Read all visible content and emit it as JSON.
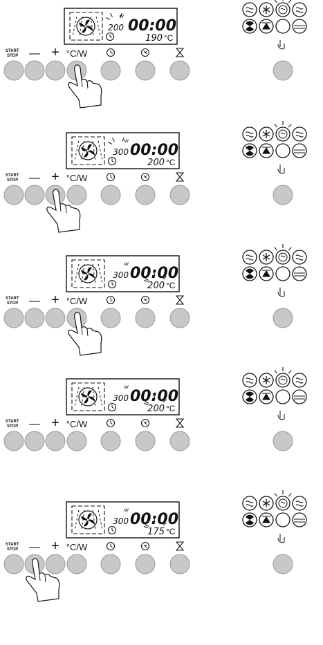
{
  "button_labels": {
    "start_stop": [
      "START",
      "STOP"
    ],
    "minus": "—",
    "plus": "+",
    "temp_watt": "°C/W",
    "clock_icon": "clock-icon",
    "timer_icon": "timer-icon",
    "hourglass_icon": "hourglass-icon"
  },
  "mode_icons": [
    "fan-grill-icon",
    "defrost-icon",
    "hot-air-icon",
    "fan-grill-icon",
    "fan-heat-icon",
    "turbo-icon",
    "top-heat-icon",
    "bottom-heat-icon"
  ],
  "colors": {
    "button": "#c8c8c8",
    "button_stroke": "#9a9a9a",
    "line": "#111111"
  },
  "steps": [
    {
      "power": "200",
      "power_blinking": true,
      "w_marker": "w",
      "time": "00:00",
      "temperature": "190",
      "temp_unit": "°C",
      "temp_blinking": false,
      "pressed_button": "temp_watt"
    },
    {
      "power": "300",
      "power_blinking": true,
      "w_marker": "w",
      "time": "00:00",
      "temperature": "200",
      "temp_unit": "°C",
      "temp_blinking": false,
      "pressed_button": "plus"
    },
    {
      "power": "300",
      "power_blinking": false,
      "w_marker": "w",
      "time": "00:00",
      "temperature": "200",
      "temp_unit": "°C",
      "temp_blinking": true,
      "pressed_button": "temp_watt"
    },
    {
      "power": "300",
      "power_blinking": false,
      "w_marker": "w",
      "time": "00:00",
      "temperature": "200",
      "temp_unit": "°C",
      "temp_blinking": true,
      "pressed_button": "none"
    },
    {
      "power": "300",
      "power_blinking": false,
      "w_marker": "w",
      "time": "00:00",
      "temperature": "175",
      "temp_unit": "°C",
      "temp_blinking": true,
      "pressed_button": "minus"
    }
  ]
}
